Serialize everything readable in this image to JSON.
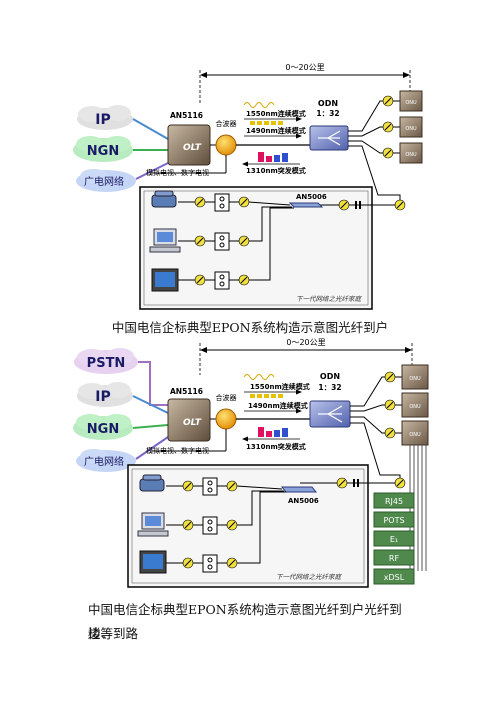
{
  "distance_label": "0～20公里",
  "cloud_ip": "IP",
  "cloud_ngn": "NGN",
  "cloud_catv": "广电网络",
  "cloud_pstn": "PSTN",
  "olt_model": "AN5116",
  "olt_label": "OLT",
  "combiner_label": "合波器",
  "mode_1550": "1550nm连续模式",
  "mode_1490": "1490nm连续模式",
  "mode_1310": "1310nm突发模式",
  "odn_label": "ODN",
  "odn_ratio": "1：32",
  "onu_label": "ONU",
  "video_label": "模拟电视、数字电视",
  "an5006_label": "AN5006",
  "next_gen_label": "下一代网络之光纤家庭",
  "service_ports": [
    "RJ45",
    "POTS",
    "E₁",
    "RF",
    "xDSL"
  ],
  "caption_1": "中国电信企标典型EPON系统构造示意图光纤到户",
  "caption_2_line1": "中国电信企标典型EPON系统构造示意图光纤到户光纤到楼、到路",
  "caption_2_line2": "边等"
}
